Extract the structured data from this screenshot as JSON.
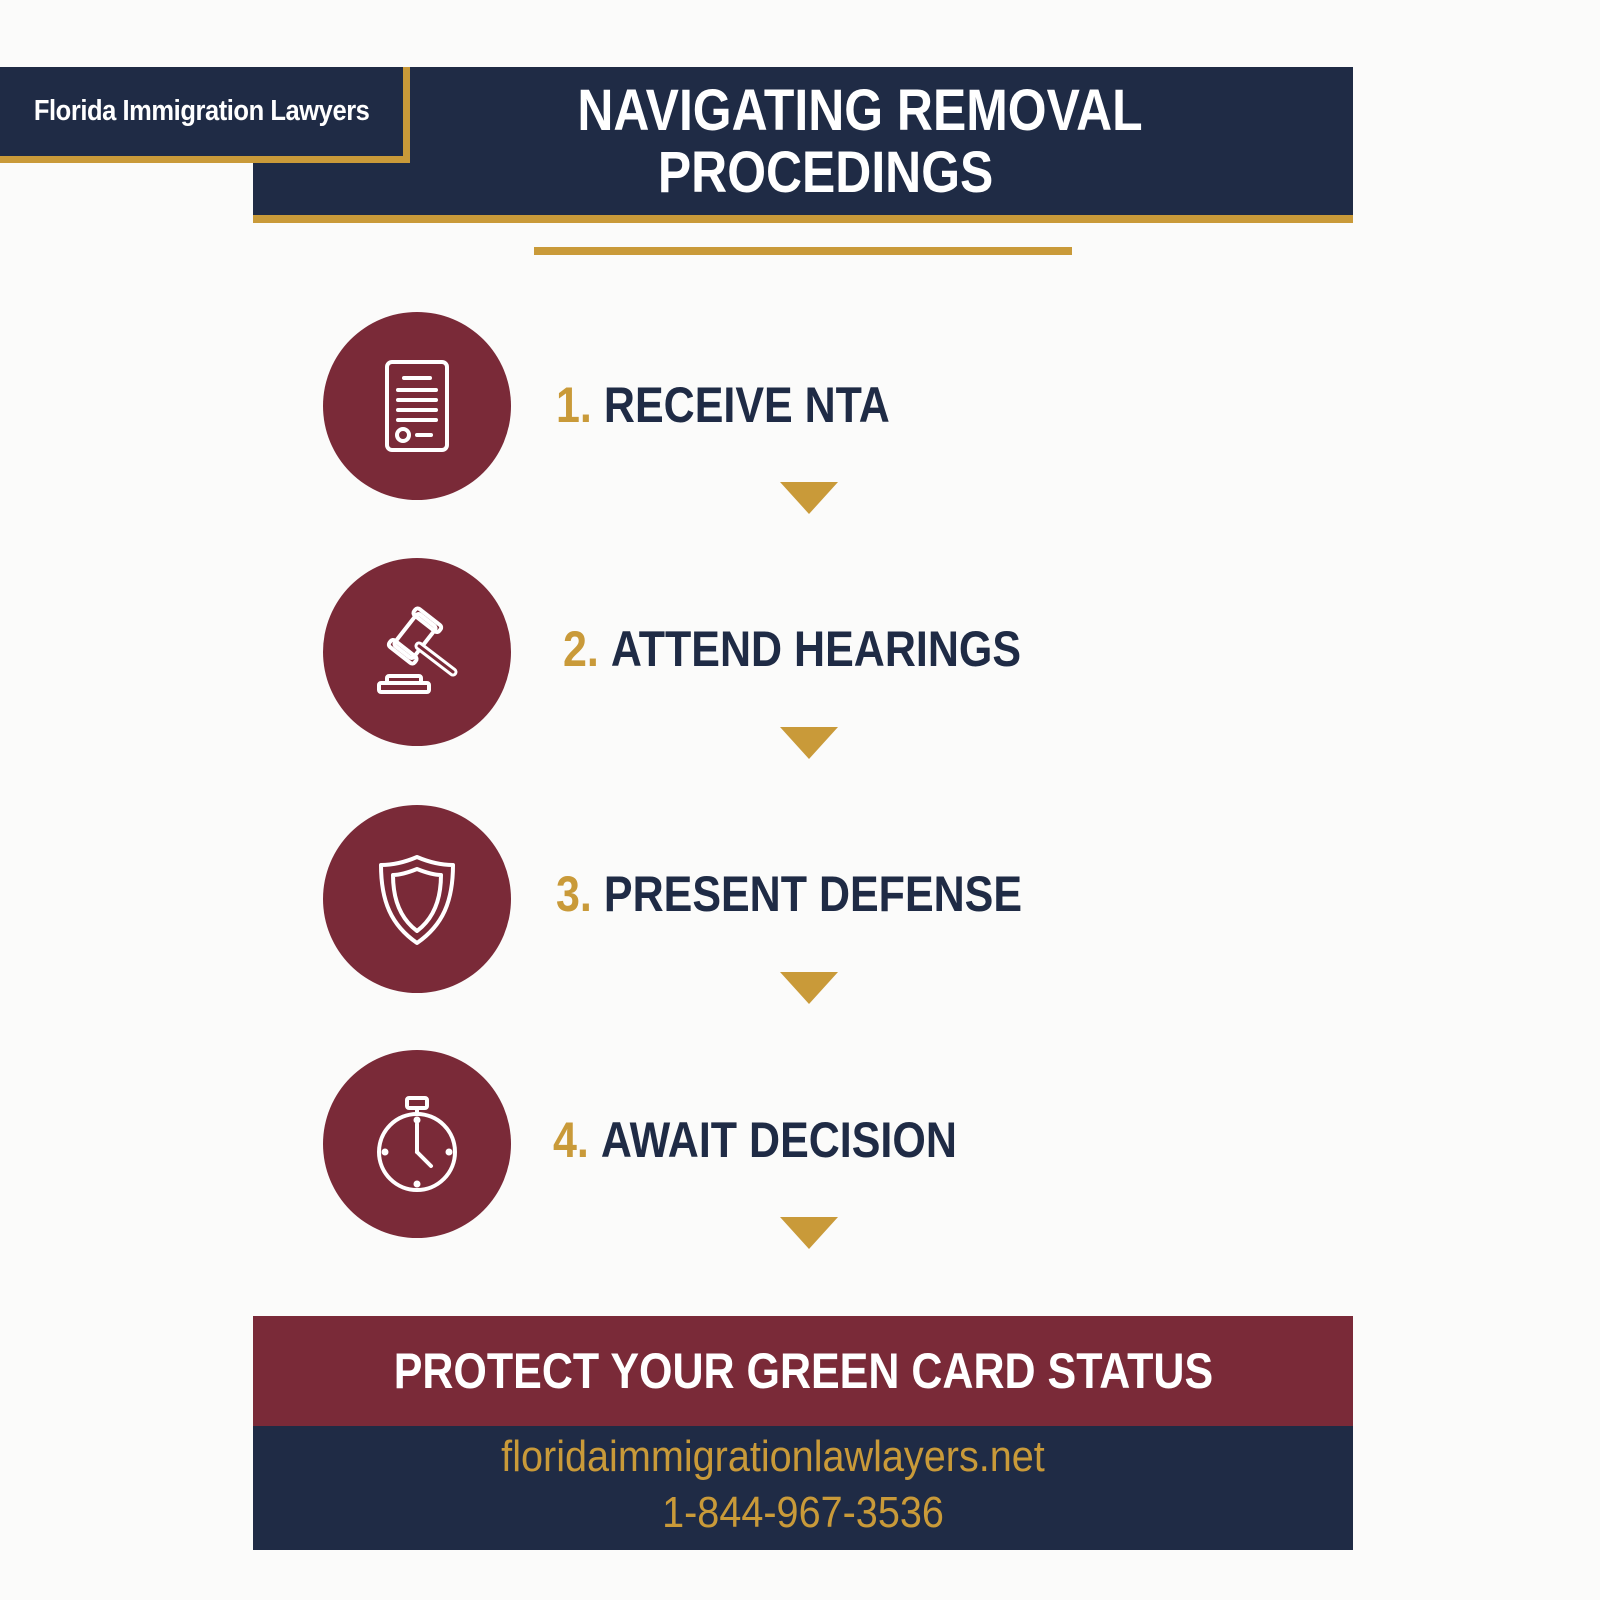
{
  "brand": {
    "name": "Florida Immigration Lawyers"
  },
  "header": {
    "title_line1": "NAVIGATING REMOVAL",
    "title_line2": "PROCEDINGS"
  },
  "steps": [
    {
      "number": "1.",
      "label": "RECEIVE NTA",
      "icon": "document-icon"
    },
    {
      "number": "2.",
      "label": "ATTEND HEARINGS",
      "icon": "gavel-icon"
    },
    {
      "number": "3.",
      "label": "PRESENT DEFENSE",
      "icon": "shield-icon"
    },
    {
      "number": "4.",
      "label": "AWAIT DECISION",
      "icon": "stopwatch-icon"
    }
  ],
  "cta": {
    "text": "PROTECT YOUR GREEN CARD STATUS"
  },
  "contact": {
    "url": "floridaimmigrationlawlayers.net",
    "phone": "1-844-967-3536"
  },
  "colors": {
    "navy": "#1f2b45",
    "gold": "#c99a39",
    "maroon": "#7a2a38",
    "background": "#fbfbfa"
  }
}
